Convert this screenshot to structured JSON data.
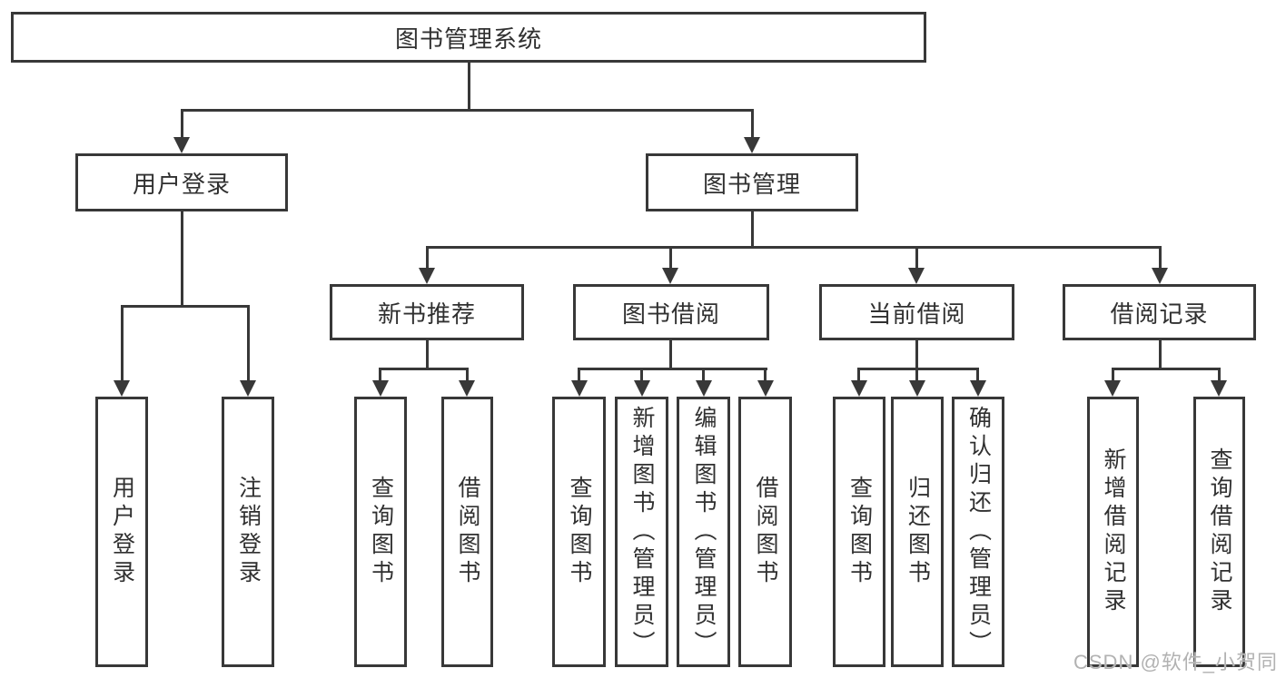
{
  "diagram": {
    "type": "tree",
    "colors": {
      "line": "#383838",
      "box_border": "#383838",
      "box_bg": "#ffffff",
      "text": "#303030",
      "watermark": "#b2b2b2"
    },
    "root": {
      "label": "图书管理系统",
      "children": [
        {
          "label": "用户登录",
          "children": [
            {
              "label": "用户登录"
            },
            {
              "label": "注销登录"
            }
          ]
        },
        {
          "label": "图书管理",
          "children": [
            {
              "label": "新书推荐",
              "children": [
                {
                  "label": "查询图书"
                },
                {
                  "label": "借阅图书"
                }
              ]
            },
            {
              "label": "图书借阅",
              "children": [
                {
                  "label": "查询图书"
                },
                {
                  "label": "新增图书（管理员）"
                },
                {
                  "label": "编辑图书（管理员）"
                },
                {
                  "label": "借阅图书"
                }
              ]
            },
            {
              "label": "当前借阅",
              "children": [
                {
                  "label": "查询图书"
                },
                {
                  "label": "归还图书"
                },
                {
                  "label": "确认归还（管理员）"
                }
              ]
            },
            {
              "label": "借阅记录",
              "children": [
                {
                  "label": "新增借阅记录"
                },
                {
                  "label": "查询借阅记录"
                }
              ]
            }
          ]
        }
      ]
    }
  },
  "watermark": {
    "text": "CSDN @软件_小贺同学"
  }
}
